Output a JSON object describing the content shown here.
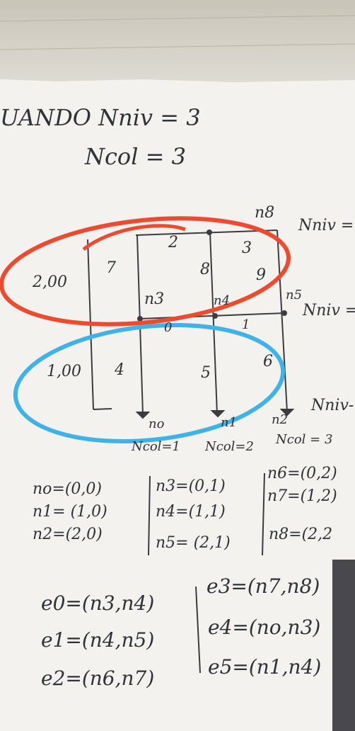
{
  "header": {
    "line1": "UANDO Nniv = 3",
    "line2": "Ncol = 3"
  },
  "nniv_labels": [
    "Nniv =",
    "Nniv =",
    "Nniv-"
  ],
  "dimensions": [
    "2,00",
    "1,00"
  ],
  "node_labels": {
    "n3": "n3",
    "n4": "n4",
    "n5": "n5",
    "n8": "n8",
    "n0": "no",
    "n1": "n1",
    "n2": "n2"
  },
  "element_numbers": [
    "2",
    "3",
    "7",
    "8",
    "9",
    "1",
    "4",
    "5",
    "6",
    "0"
  ],
  "col_labels": [
    "Ncol=1",
    "Ncol=2",
    "Ncol = 3"
  ],
  "node_coords": [
    [
      "no=(0,0)",
      "n1= (1,0)",
      "n2=(2,0)"
    ],
    [
      "n3=(0,1)",
      "n4=(1,1)",
      "n5= (2,1)"
    ],
    [
      "n6=(0,2)",
      "n7=(1,2)",
      "n8=(2,2"
    ]
  ],
  "edges": [
    [
      "e0=(n3,n4)",
      "e1=(n4,n5)",
      "e2=(n6,n7)"
    ],
    [
      "e3=(n7,n8)",
      "e4=(no,n3)",
      "e5=(n1,n4)"
    ]
  ],
  "colors": {
    "paper": "#f4f3ef",
    "ink": "#2f3236",
    "red": "#ee4a2f",
    "blue": "#3fb3e8",
    "background": "#d9d6cf"
  }
}
